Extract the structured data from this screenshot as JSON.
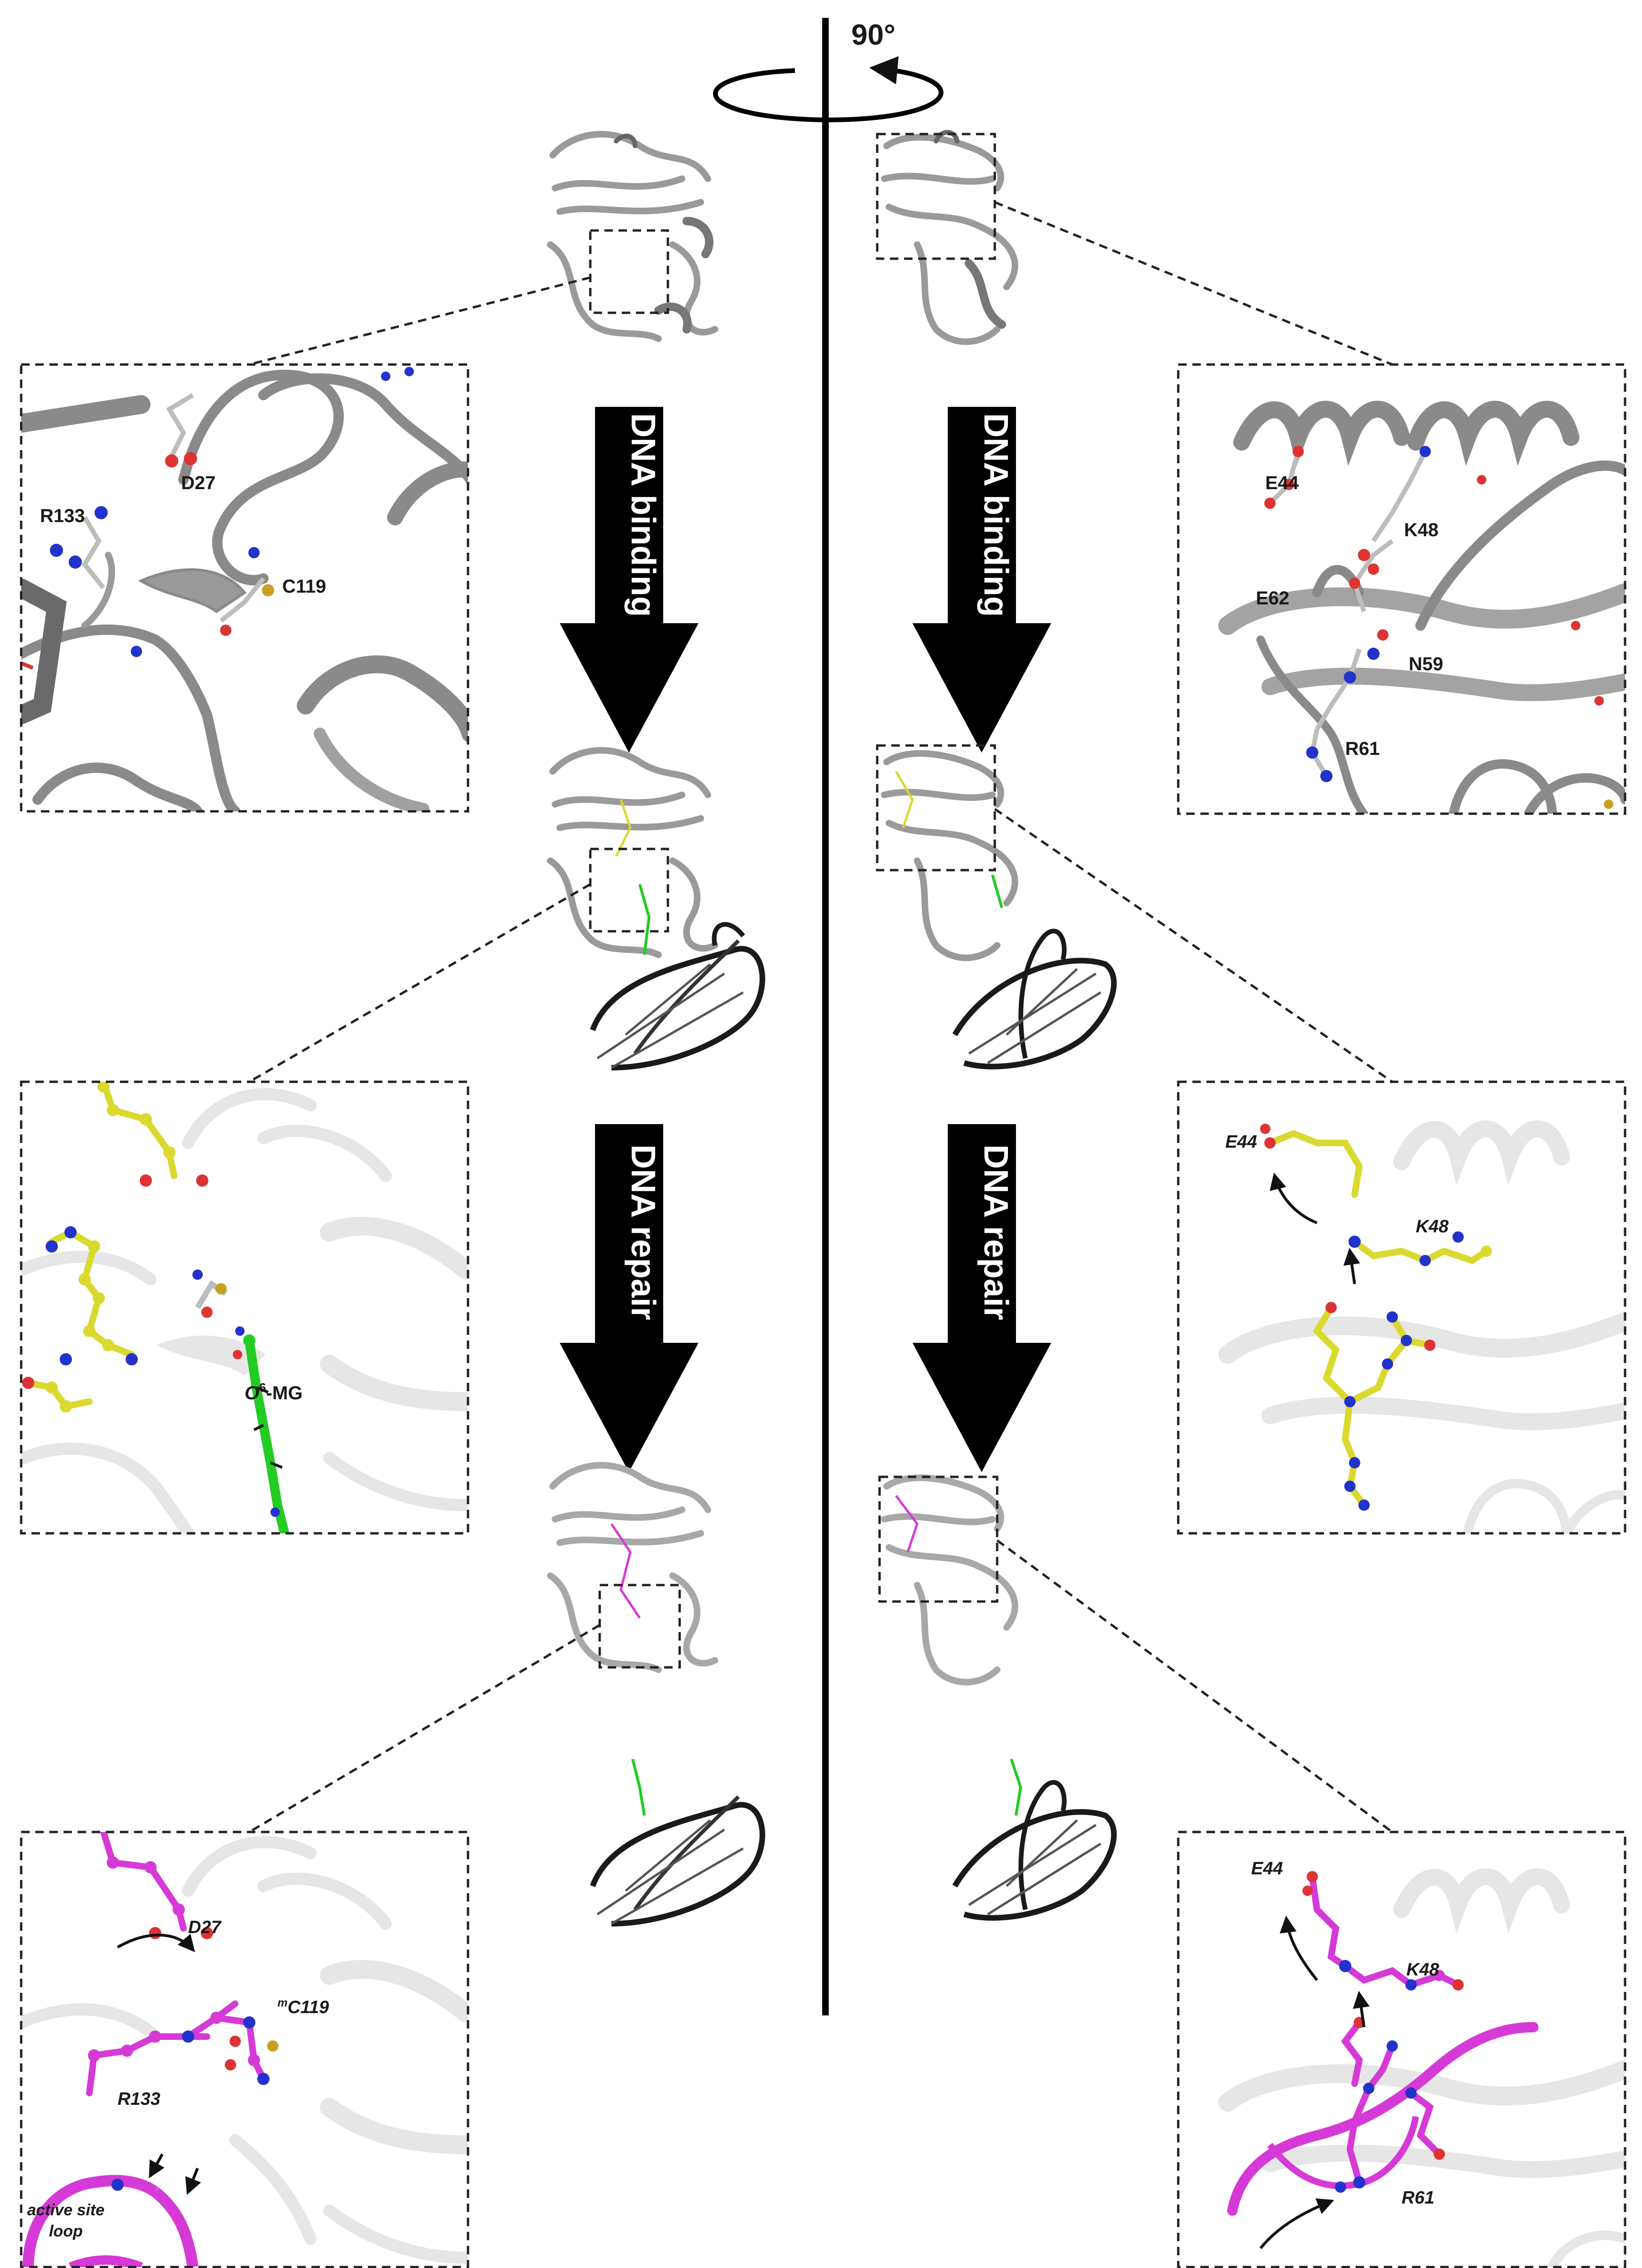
{
  "rotation": {
    "label": "90°"
  },
  "steps": [
    {
      "label": "DNA binding"
    },
    {
      "label": "DNA binding"
    },
    {
      "label": "DNA repair"
    },
    {
      "label": "DNA repair"
    }
  ],
  "left_panels": {
    "apo": {
      "d27": "D27",
      "r133": "R133",
      "c119": "C119"
    },
    "bound": {
      "o6_prefix": "O",
      "o6_sup": "6",
      "o6_suffix": "-MG"
    },
    "repaired": {
      "d27": "D27",
      "c119_sup": "m",
      "c119": "C119",
      "r133": "R133",
      "loop_line1": "active site",
      "loop_line2": "loop"
    }
  },
  "right_panels": {
    "apo": {
      "e44": "E44",
      "k48": "K48",
      "e62": "E62",
      "n59": "N59",
      "r61": "R61"
    },
    "bound": {
      "e44": "E44",
      "k48": "K48"
    },
    "repaired": {
      "e44": "E44",
      "k48": "K48",
      "r61": "R61"
    }
  },
  "colors": {
    "protein": "#8a8a8a",
    "dna": "#1a1a1a",
    "bound_state": "#d9d930",
    "repaired_state": "#d63ad6",
    "substrate": "#22cc22",
    "nitrogen": "#2233cc",
    "oxygen": "#dd3333"
  }
}
